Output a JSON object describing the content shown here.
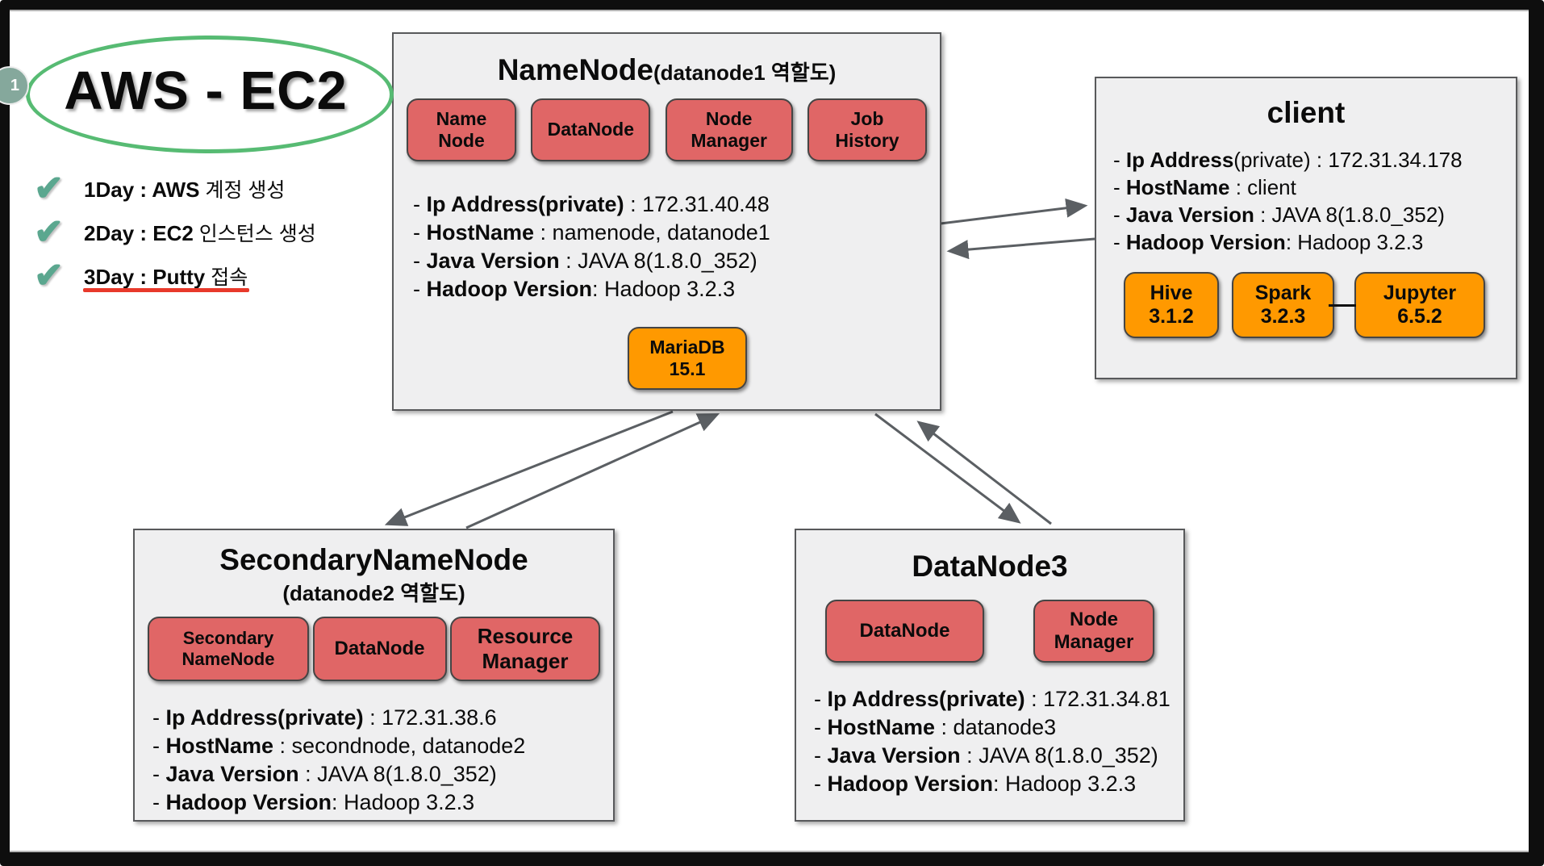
{
  "ui": {
    "badge": "1",
    "title": "AWS - EC2",
    "dash": "- ",
    "check_glyph": "✔"
  },
  "checklist": [
    {
      "bold": "1Day : AWS",
      "rest": " 계정 생성"
    },
    {
      "bold": "2Day : EC2",
      "rest": " 인스턴스 생성"
    },
    {
      "bold": "3Day : Putty",
      "rest": " 접속"
    }
  ],
  "nodes": {
    "namenode": {
      "title": "NameNode",
      "subtitle": "(datanode1 역할도)",
      "services": [
        "Name\nNode",
        "DataNode",
        "Node\nManager",
        "Job\nHistory"
      ],
      "details": [
        {
          "label": "Ip Address(private)",
          "value": " : 172.31.40.48"
        },
        {
          "label": "HostName",
          "value": " : namenode, datanode1"
        },
        {
          "label": "Java Version",
          "value": " : JAVA 8(1.8.0_352)"
        },
        {
          "label": "Hadoop Version",
          "value": ": Hadoop 3.2.3"
        }
      ],
      "db": "MariaDB\n15.1"
    },
    "client": {
      "title": "client",
      "details": [
        {
          "label": "Ip Address",
          "value": "(private) : 172.31.34.178"
        },
        {
          "label": "HostName",
          "value": " : client"
        },
        {
          "label": "Java Version",
          "value": " : JAVA 8(1.8.0_352)"
        },
        {
          "label": "Hadoop Version",
          "value": ": Hadoop 3.2.3"
        }
      ],
      "apps": [
        "Hive\n3.1.2",
        "Spark\n3.2.3",
        "Jupyter\n6.5.2"
      ]
    },
    "secondary": {
      "title": "SecondaryNameNode",
      "subtitle": "(datanode2 역할도)",
      "services": [
        "Secondary\nNameNode",
        "DataNode",
        "Resource\nManager"
      ],
      "details": [
        {
          "label": "Ip Address(private)",
          "value": " : 172.31.38.6"
        },
        {
          "label": "HostName",
          "value": " : secondnode, datanode2"
        },
        {
          "label": "Java Version",
          "value": " : JAVA 8(1.8.0_352)"
        },
        {
          "label": "Hadoop Version",
          "value": ": Hadoop 3.2.3"
        }
      ]
    },
    "datanode3": {
      "title": "DataNode3",
      "services": [
        "DataNode",
        "Node\nManager"
      ],
      "details": [
        {
          "label": "Ip Address(private)",
          "value": " : 172.31.34.81"
        },
        {
          "label": "HostName",
          "value": " : datanode3"
        },
        {
          "label": "Java Version",
          "value": " : JAVA 8(1.8.0_352)"
        },
        {
          "label": "Hadoop Version",
          "value": ": Hadoop 3.2.3"
        }
      ]
    }
  },
  "colors": {
    "service_chip_red": "#e06666",
    "app_chip_orange": "#ff9900",
    "title_ellipse_green": "#57bb73",
    "check_green": "#5ba78f",
    "underline_red": "#e8392b",
    "arrow_gray": "#5b5f63",
    "box_background": "#efeff0"
  }
}
